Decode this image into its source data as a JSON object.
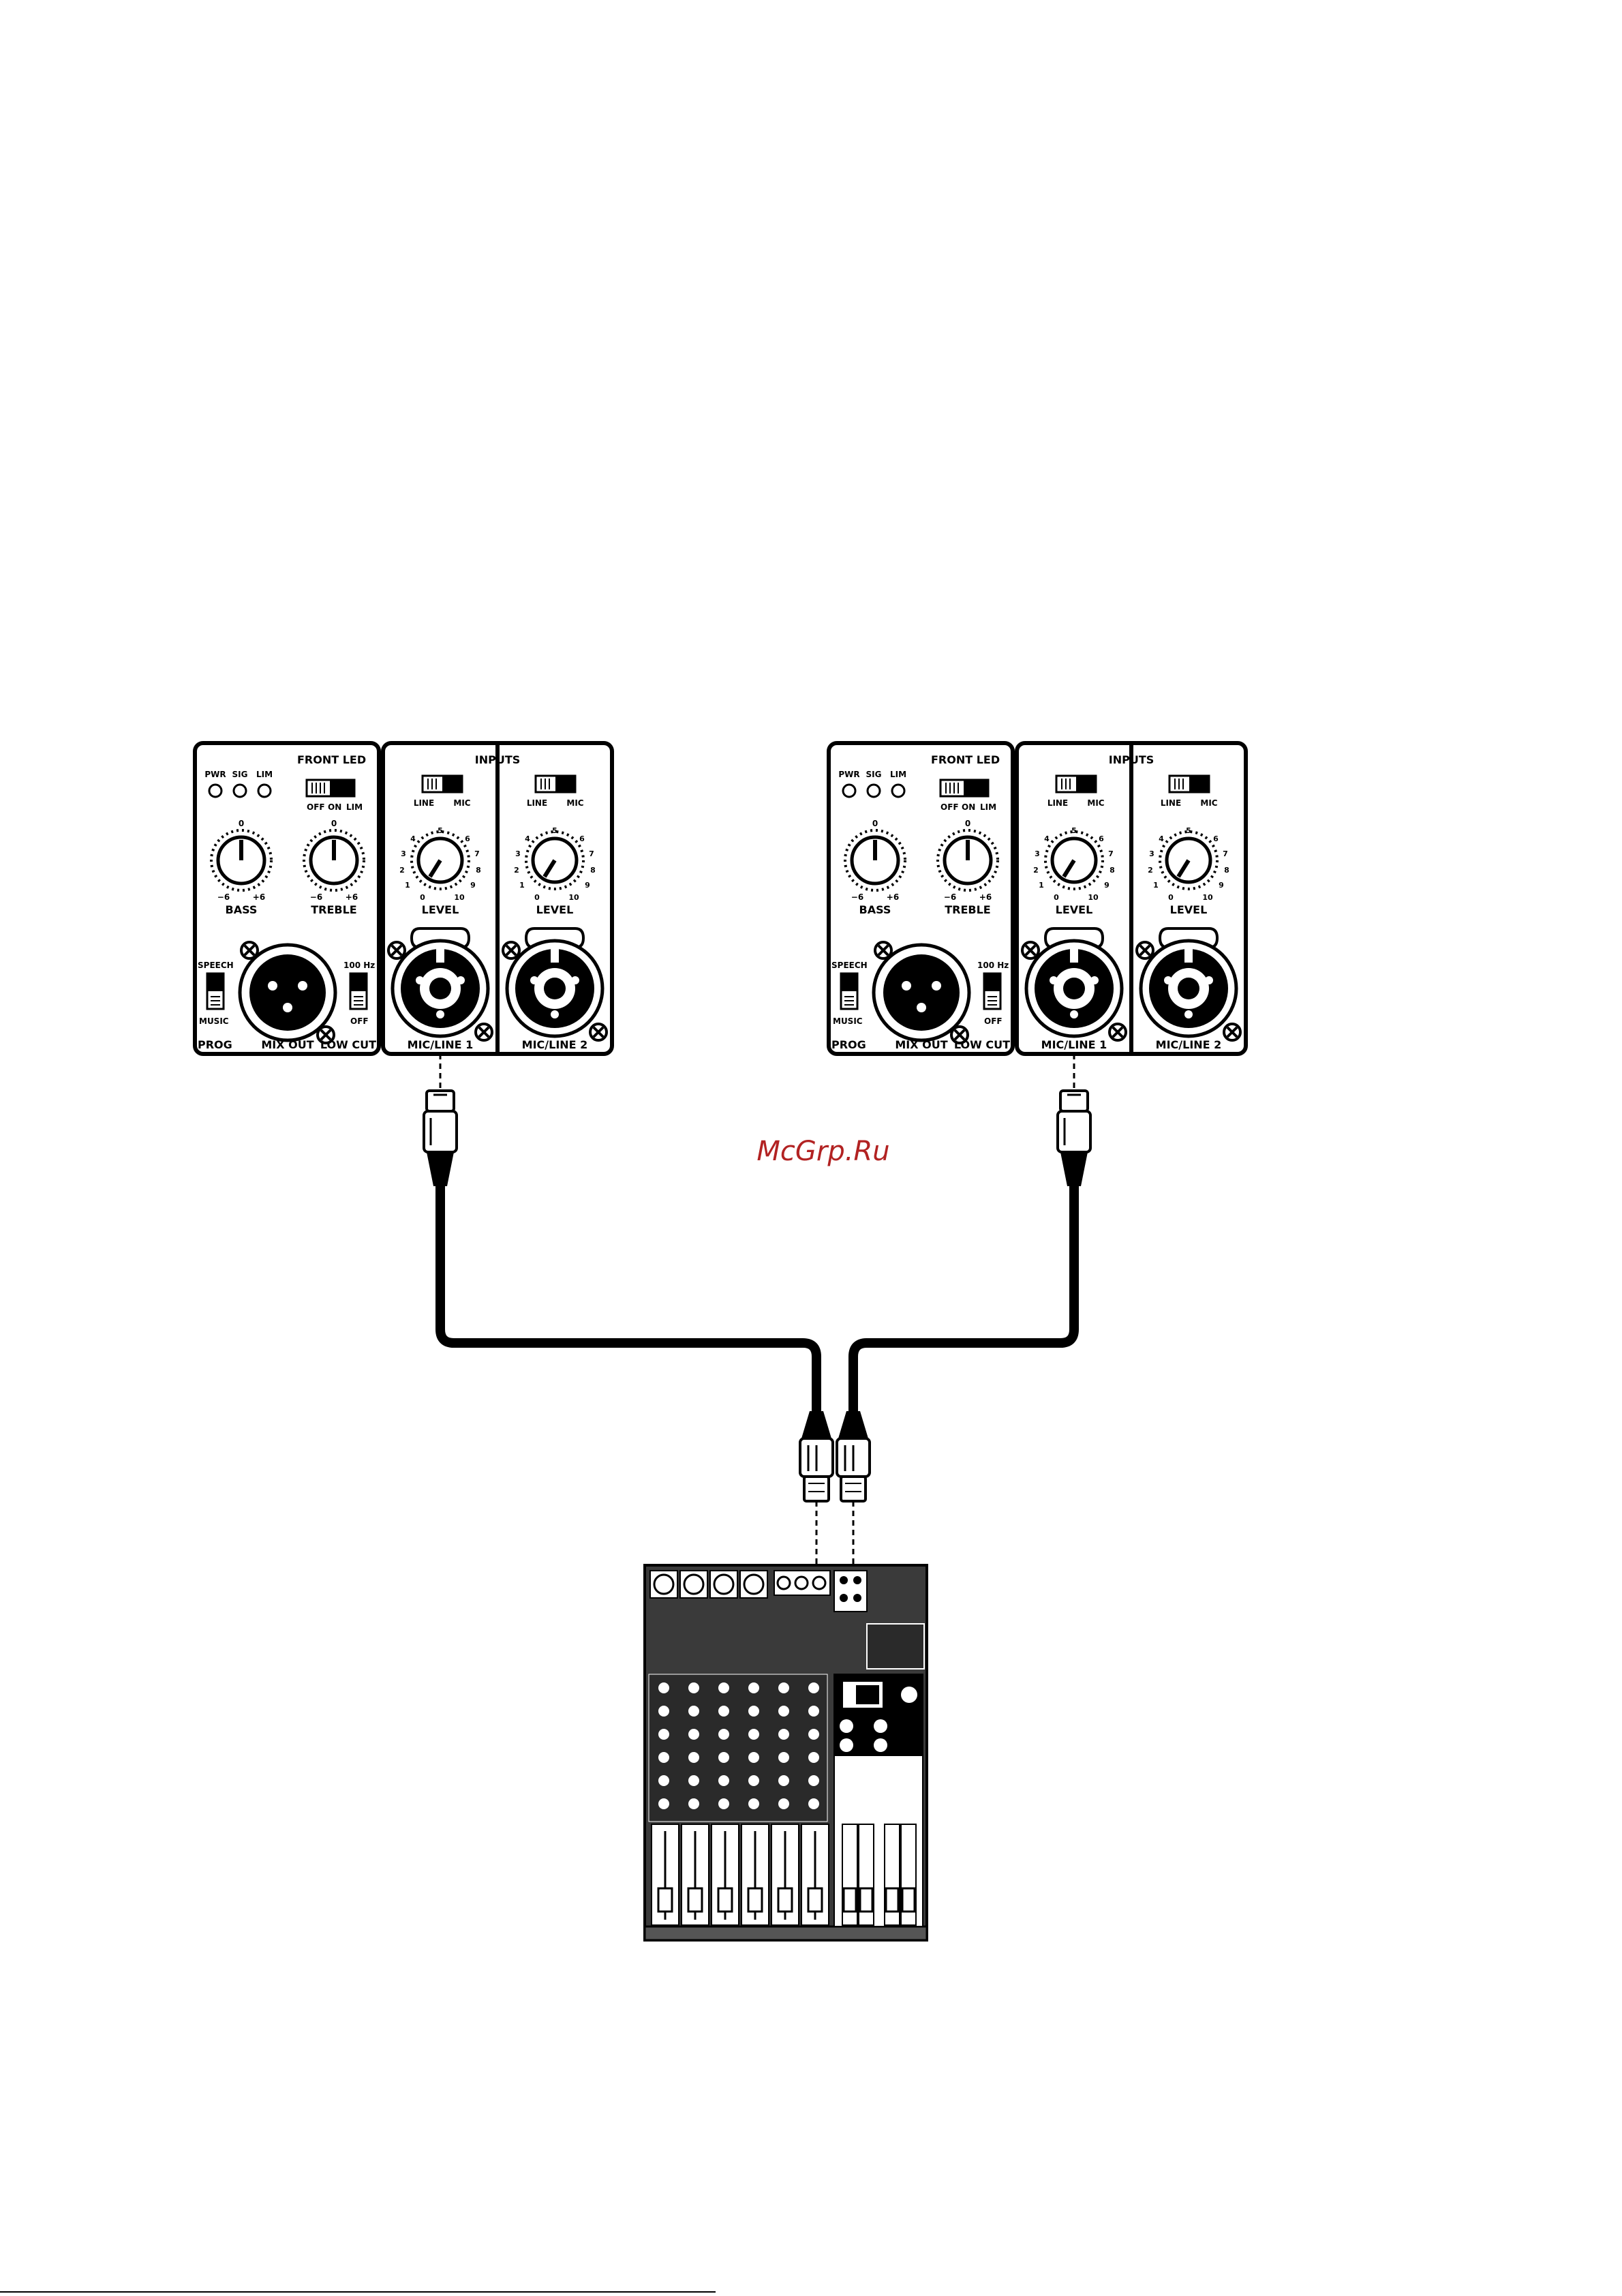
{
  "watermark": "McGrp.Ru",
  "panels": [
    {
      "id": "left",
      "front_led": "FRONT LED",
      "inputs": "INPUTS",
      "leds": [
        "PWR",
        "SIG",
        "LIM"
      ],
      "led_switch": [
        "OFF",
        "ON",
        "LIM"
      ],
      "input_switch": [
        "LINE",
        "MIC"
      ],
      "bass": {
        "label": "BASS",
        "top": "0",
        "min": "−6",
        "max": "+6"
      },
      "treble": {
        "label": "TREBLE",
        "top": "0",
        "min": "−6",
        "max": "+6"
      },
      "level_scale": [
        "0",
        "1",
        "2",
        "3",
        "4",
        "5",
        "6",
        "7",
        "8",
        "9",
        "10"
      ],
      "level_label": "LEVEL",
      "speech": "SPEECH",
      "music": "MUSIC",
      "lowcut_top": "100 Hz",
      "lowcut_bottom": "OFF",
      "prog": "PROG",
      "mix_out": "MIX OUT",
      "low_cut": "LOW CUT",
      "mic_line_1": "MIC/LINE 1",
      "mic_line_2": "MIC/LINE 2"
    },
    {
      "id": "right",
      "front_led": "FRONT LED",
      "inputs": "INPUTS",
      "leds": [
        "PWR",
        "SIG",
        "LIM"
      ],
      "led_switch": [
        "OFF",
        "ON",
        "LIM"
      ],
      "input_switch": [
        "LINE",
        "MIC"
      ],
      "bass": {
        "label": "BASS",
        "top": "0",
        "min": "−6",
        "max": "+6"
      },
      "treble": {
        "label": "TREBLE",
        "top": "0",
        "min": "−6",
        "max": "+6"
      },
      "level_scale": [
        "0",
        "1",
        "2",
        "3",
        "4",
        "5",
        "6",
        "7",
        "8",
        "9",
        "10"
      ],
      "level_label": "LEVEL",
      "speech": "SPEECH",
      "music": "MUSIC",
      "lowcut_top": "100 Hz",
      "lowcut_bottom": "OFF",
      "prog": "PROG",
      "mix_out": "MIX OUT",
      "low_cut": "LOW CUT",
      "mic_line_1": "MIC/LINE 1",
      "mic_line_2": "MIC/LINE 2"
    }
  ]
}
